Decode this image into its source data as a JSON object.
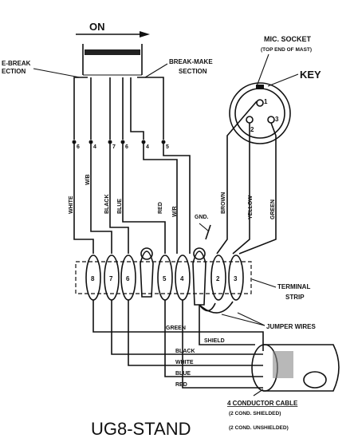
{
  "labels": {
    "on": "ON",
    "break_make_left_1": "E-BREAK",
    "break_make_left_2": "ECTION",
    "break_make_1": "BREAK-MAKE",
    "break_make_2": "SECTION",
    "mic_socket_1": "MIC. SOCKET",
    "mic_socket_2": "(TOP END OF MAST)",
    "key": "KEY",
    "gnd": "GND.",
    "terminal_strip_1": "TERMINAL",
    "terminal_strip_2": "STRIP",
    "jumper_wires": "JUMPER WIRES",
    "shield": "SHIELD",
    "cable_1": "4 CONDUCTOR CABLE",
    "cable_2": "(2 COND. SHIELDED)",
    "cable_3": "(2 COND. UNSHIELDED)",
    "title": "UG8-STAND"
  },
  "switch_pins": [
    "6",
    "4",
    "7",
    "6",
    "4",
    "5"
  ],
  "socket_pins": [
    "1",
    "2",
    "3"
  ],
  "vertical_wires": [
    "WHITE",
    "W/B",
    "BLACK",
    "BLUE",
    "RED",
    "W/R",
    "BROWN",
    "YELLOW",
    "GREEN"
  ],
  "terminals": [
    "8",
    "7",
    "6",
    "5",
    "4",
    "2",
    "3"
  ],
  "bus_wires": [
    "GREEN",
    "BLACK",
    "WHITE",
    "BLUE",
    "RED"
  ]
}
